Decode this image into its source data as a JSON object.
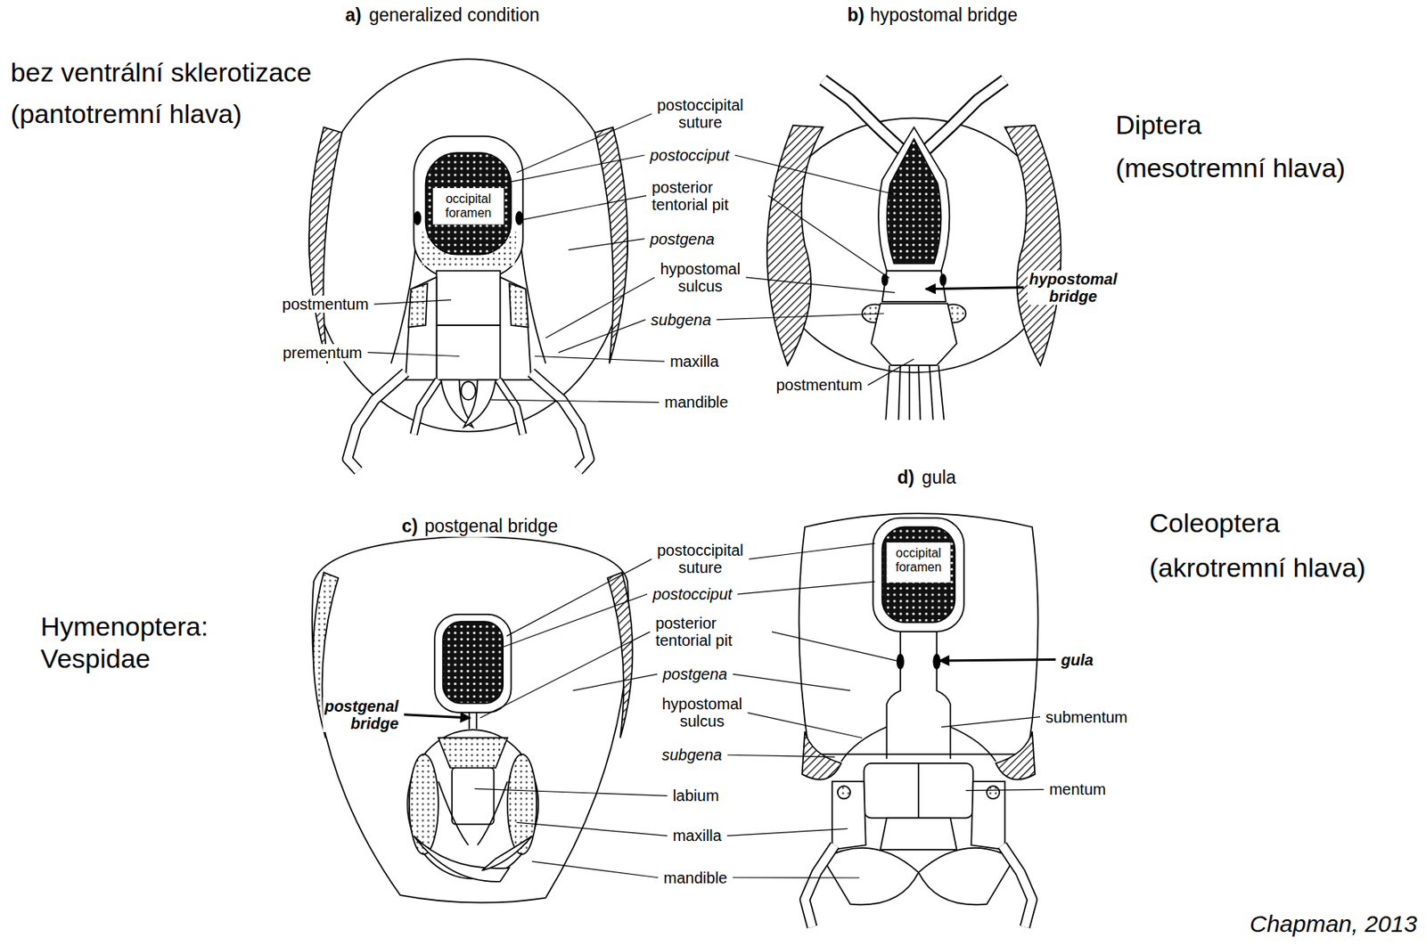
{
  "diagram": {
    "labels": [
      "a)",
      "generalized condition",
      "b)",
      "hypostomal bridge",
      "bez ventrální sklerotizace",
      "(pantotremní hlava)",
      "Diptera",
      "(mesotremní hlava)",
      "occipital foramen",
      "postoccipital suture",
      "postocciput",
      "posterior tentorial pit",
      "postgena",
      "hypostomal sulcus",
      "subgena",
      "maxilla",
      "mandible",
      "postmentum",
      "prementum",
      "hypostomal bridge",
      "postmentum",
      "c)",
      "postgenal bridge",
      "d)",
      "gula",
      "Hymenoptera:",
      "Vespidae",
      "postoccipital suture",
      "postocciput",
      "posterior tentorial pit",
      "postgena",
      "hypostomal sulcus",
      "subgena",
      "labium",
      "maxilla",
      "mandible",
      "postgenal bridge",
      "gula",
      "submentum",
      "mentum",
      "occipital foramen",
      "Coleoptera",
      "(akrotremní hlava)",
      "Chapman, 2013"
    ]
  }
}
